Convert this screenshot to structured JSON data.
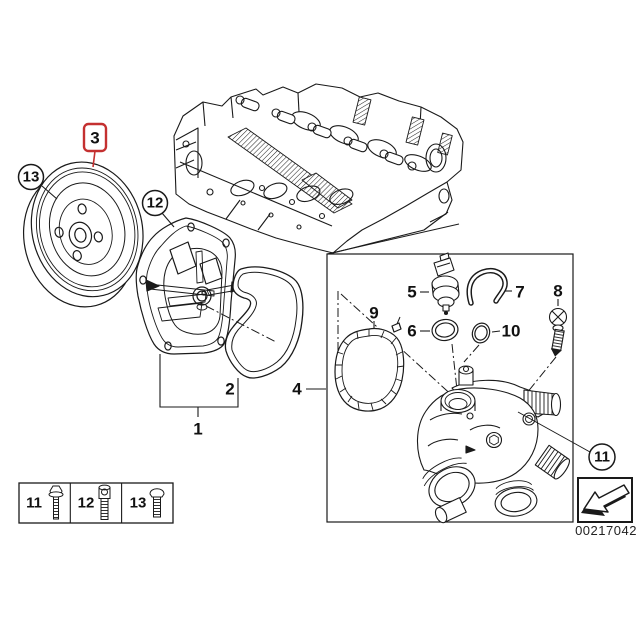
{
  "diagram": {
    "highlight_color": "#c43030",
    "line_color": "#1a1a1a",
    "callouts": {
      "1": "1",
      "2": "2",
      "3": "3",
      "4": "4",
      "5": "5",
      "6": "6",
      "7": "7",
      "8": "8",
      "9": "9",
      "10": "10",
      "11": "11",
      "12": "12",
      "13": "13"
    }
  },
  "legend": {
    "items": [
      {
        "label": "11"
      },
      {
        "label": "12"
      },
      {
        "label": "13"
      }
    ]
  },
  "footer": {
    "part_number": "00217042",
    "arrow_icon": "reuse-arrow-icon"
  }
}
